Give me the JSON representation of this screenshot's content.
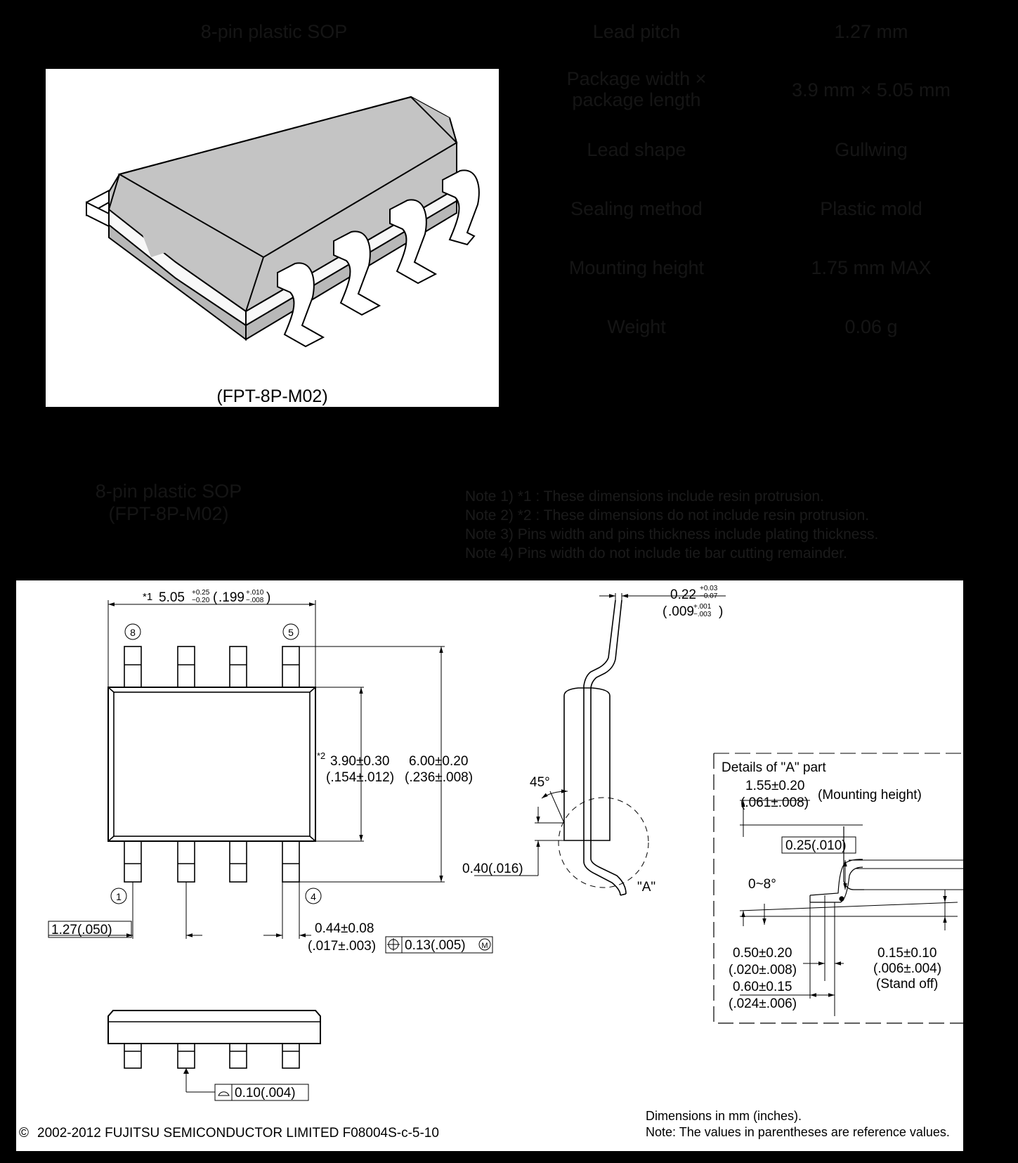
{
  "header": {
    "package_name": "8-pin plastic SOP",
    "specs": [
      {
        "label": "Lead pitch",
        "value": "1.27 mm"
      },
      {
        "label": "Package width × package length",
        "value": "3.9 mm × 5.05 mm"
      },
      {
        "label": "Lead shape",
        "value": "Gullwing"
      },
      {
        "label": "Sealing method",
        "value": "Plastic mold"
      },
      {
        "label": "Mounting height",
        "value": "1.75 mm MAX"
      },
      {
        "label": "Weight",
        "value": "0.06 g"
      }
    ]
  },
  "package_image": {
    "code": "(FPT-8P-M02)"
  },
  "drawing_header": {
    "title_line1": "8-pin plastic SOP",
    "title_line2": "(FPT-8P-M02)",
    "notes": [
      "Note 1) *1 : These dimensions include resin protrusion.",
      "Note 2) *2 : These dimensions do not include resin protrusion.",
      "Note 3) Pins width and pins thickness include plating thickness.",
      "Note 4) Pins width do not include tie bar cutting remainder."
    ]
  },
  "drawing": {
    "pins": {
      "p8": "8",
      "p5": "5",
      "p1": "1",
      "p4": "4"
    },
    "dim_length": {
      "prefix": "*1",
      "mm": "5.05",
      "mm_tol_plus": "+0.25",
      "mm_tol_minus": "−0.20",
      "in": ".199",
      "in_tol_plus": "+.010",
      "in_tol_minus": "−.008"
    },
    "dim_body_width": {
      "prefix": "*2",
      "mm": "3.90±0.30",
      "in": "(.154±.012)"
    },
    "dim_total_width": {
      "mm": "6.00±0.20",
      "in": "(.236±.008)"
    },
    "dim_pitch": "1.27(.050)",
    "dim_lead_width": {
      "mm": "0.44±0.08",
      "in": "(.017±.003)"
    },
    "position_tol": "0.13(.005)",
    "material_symbol": "M",
    "coplanarity": "0.10(.004)",
    "dim_lead_thickness": {
      "mm": "0.22",
      "mm_tol_plus": "+0.03",
      "mm_tol_minus": "−0.07",
      "in": ".009",
      "in_tol_plus": "+.001",
      "in_tol_minus": "−.003"
    },
    "angle": "45°",
    "dim_chamfer": "0.40(.016)",
    "detail_callout": "\"A\"",
    "detail": {
      "title": "Details of \"A\" part",
      "mounting_mm": "1.55±0.20",
      "mounting_in": "(.061±.008)",
      "mounting_label": "(Mounting height)",
      "gauge": "0.25(.010)",
      "angle_range": "0~8°",
      "foot_a_mm": "0.50±0.20",
      "foot_a_in": "(.020±.008)",
      "foot_b_mm": "0.60±0.15",
      "foot_b_in": "(.024±.006)",
      "standoff_mm": "0.15±0.10",
      "standoff_in": "(.006±.004)",
      "standoff_label": "(Stand off)"
    },
    "copyright_symbol": "©",
    "copyright": "2002-2012  FUJITSU SEMICONDUCTOR LIMITED  F08004S-c-5-10",
    "units_note": "Dimensions in mm (inches).",
    "reference_note": "Note: The values in parentheses are reference values."
  }
}
